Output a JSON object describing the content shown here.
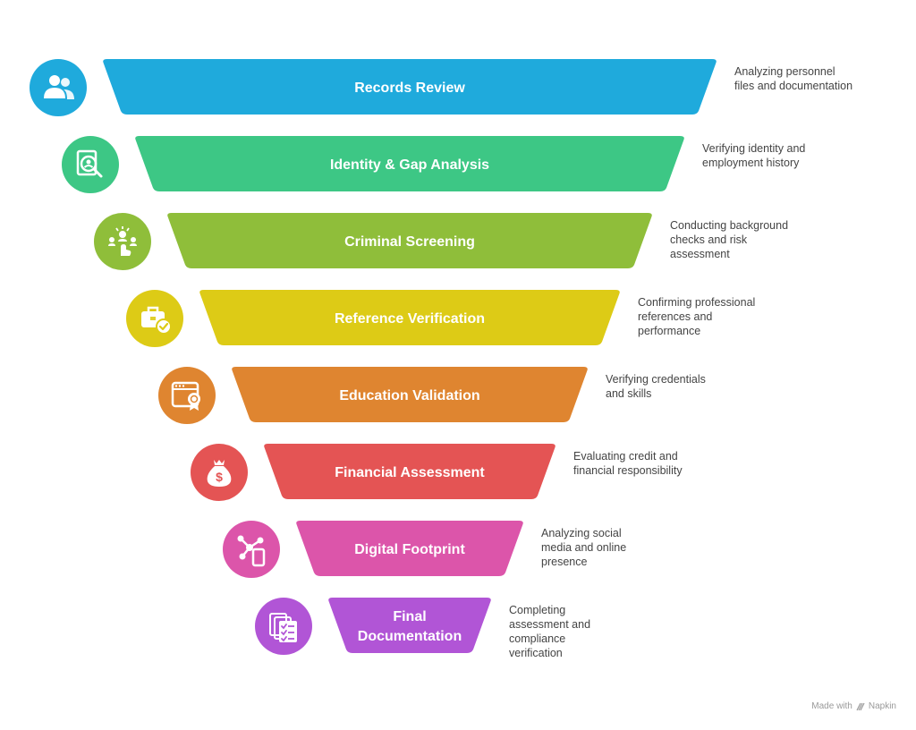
{
  "stages": [
    {
      "label_lines": [
        "Records Review"
      ],
      "description": "Analyzing personnel\nfiles and documentation",
      "color": "#1FAADC",
      "icon": "users-icon"
    },
    {
      "label_lines": [
        "Identity & Gap Analysis"
      ],
      "description": "Verifying identity and\nemployment history",
      "color": "#3DC785",
      "icon": "document-search-icon"
    },
    {
      "label_lines": [
        "Criminal Screening"
      ],
      "description": "Conducting background\nchecks and risk\nassessment",
      "color": "#8FBE3A",
      "icon": "selection-group-icon"
    },
    {
      "label_lines": [
        "Reference Verification"
      ],
      "description": "Confirming professional\nreferences and\nperformance",
      "color": "#DDCB16",
      "icon": "briefcase-check-icon"
    },
    {
      "label_lines": [
        "Education Validation"
      ],
      "description": "Verifying credentials\nand skills",
      "color": "#DF8530",
      "icon": "certificate-window-icon"
    },
    {
      "label_lines": [
        "Financial Assessment"
      ],
      "description": "Evaluating credit and\nfinancial responsibility",
      "color": "#E45454",
      "icon": "money-bag-icon"
    },
    {
      "label_lines": [
        "Digital Footprint"
      ],
      "description": "Analyzing social\nmedia and online\npresence",
      "color": "#DC55AA",
      "icon": "social-network-icon"
    },
    {
      "label_lines": [
        "Final",
        "Documentation"
      ],
      "description": "Completing\nassessment and\ncompliance\nverification",
      "color": "#B155D6",
      "icon": "checklist-documents-icon"
    }
  ],
  "footer": {
    "prefix": "Made with",
    "brand": "Napkin",
    "color": "#9a9a9a"
  }
}
